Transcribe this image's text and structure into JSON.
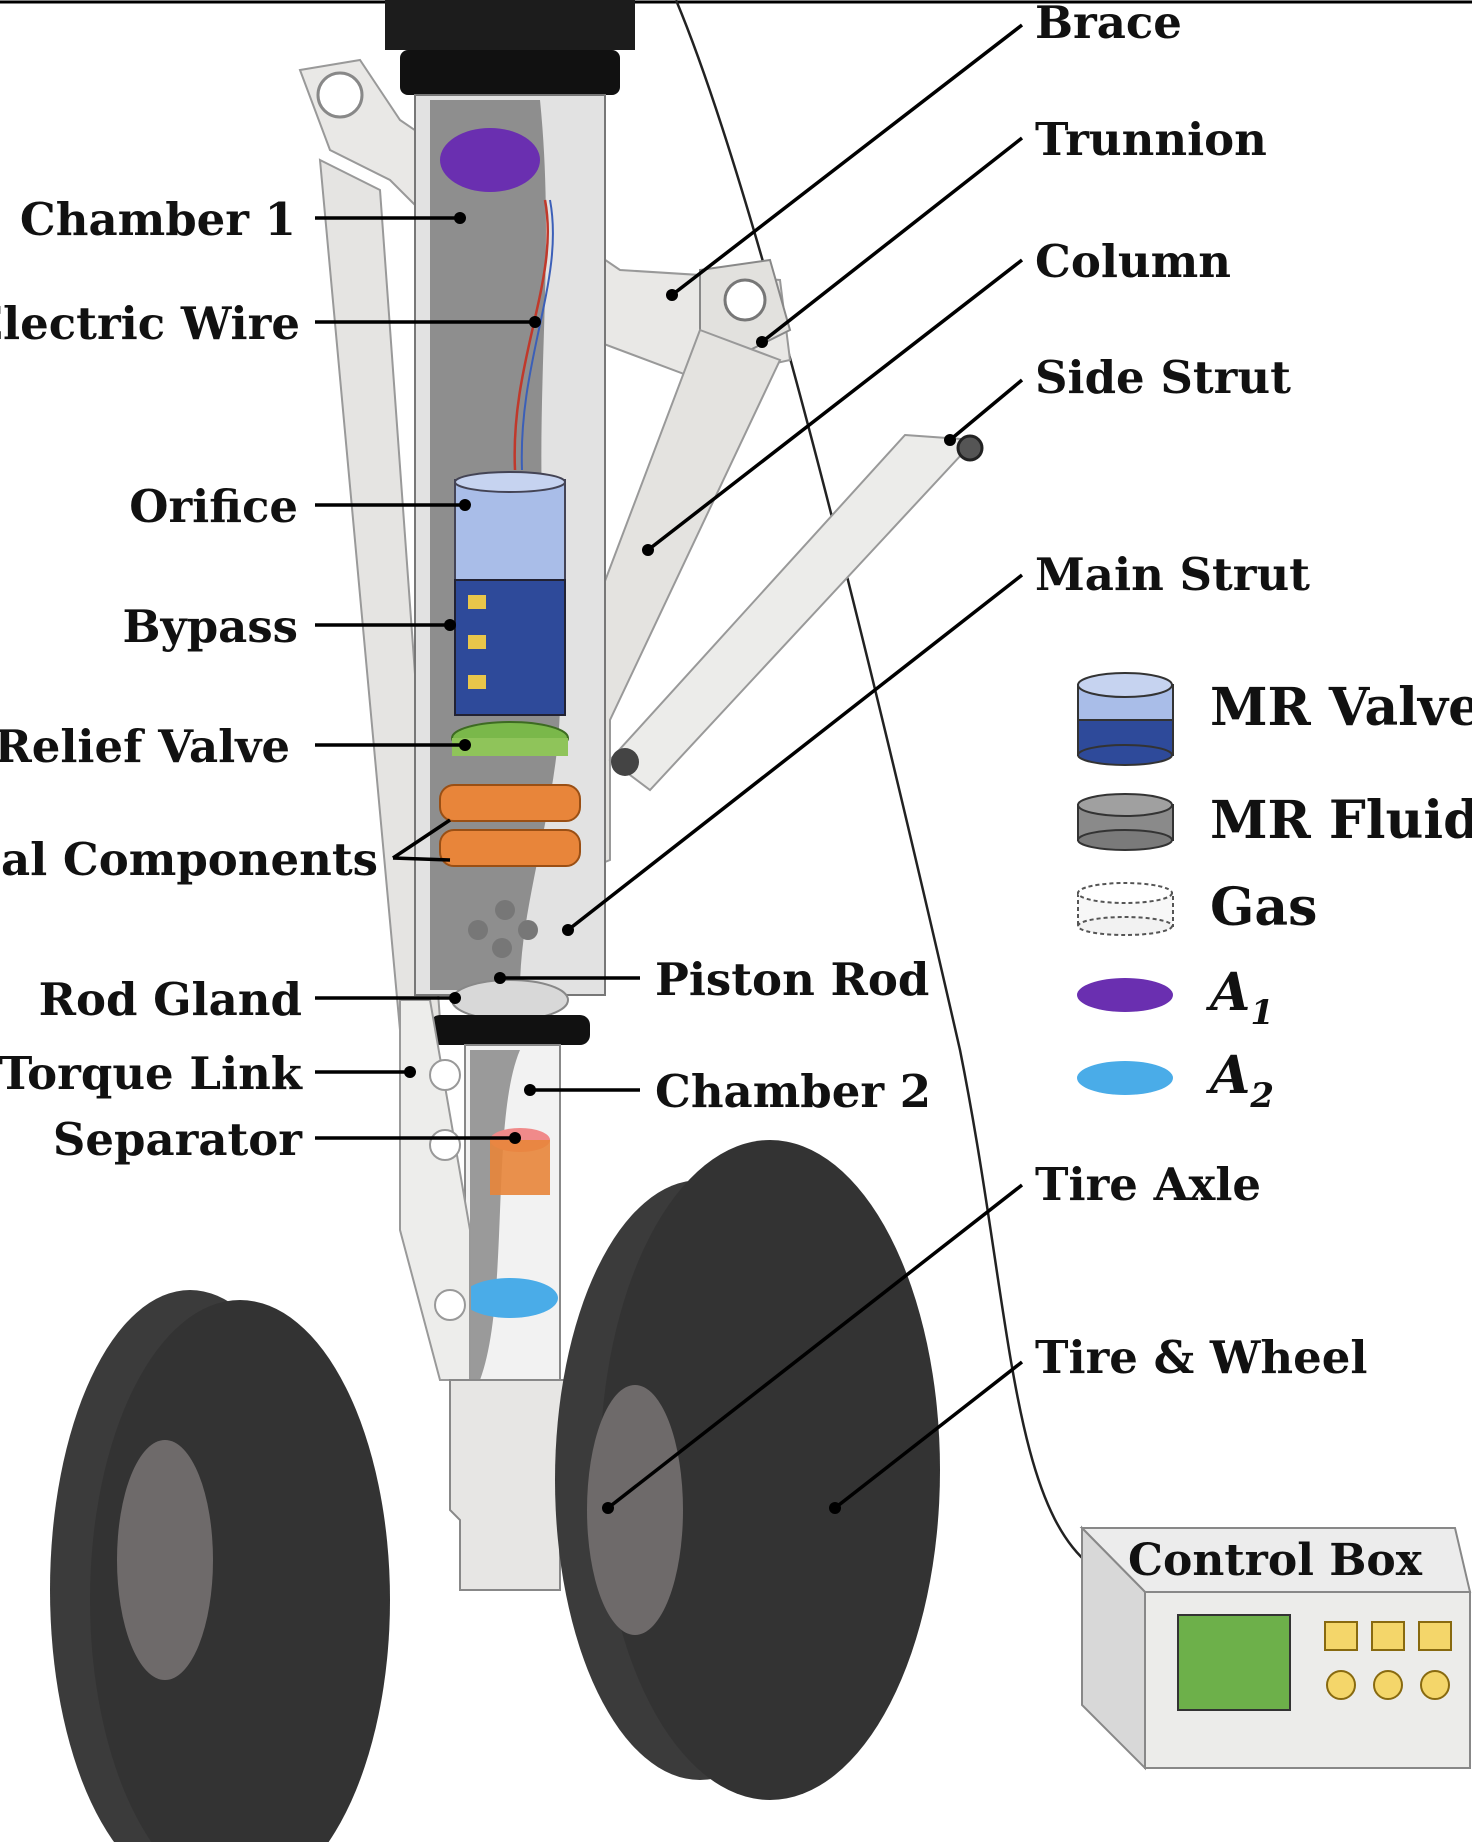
{
  "labels_left": {
    "chamber1": "Chamber 1",
    "electric_wire": "Electric Wire",
    "orifice": "Orifice",
    "bypass": "Bypass",
    "relief_valve": "Relief Valve",
    "seal_components": "Seal Components",
    "rod_gland": "Rod Gland",
    "torque_link": "Torque Link",
    "separator": "Separator"
  },
  "labels_center": {
    "piston_rod": "Piston Rod",
    "chamber2": "Chamber 2"
  },
  "labels_right": {
    "brace": "Brace",
    "trunnion": "Trunnion",
    "column": "Column",
    "side_strut": "Side Strut",
    "main_strut": "Main Strut",
    "tire_axle": "Tire Axle",
    "tire_wheel": "Tire & Wheel"
  },
  "legend": {
    "mr_valve": "MR Valve",
    "mr_fluid": "MR Fluid",
    "gas": "Gas",
    "a1": "A",
    "a1_sub": "1",
    "a2": "A",
    "a2_sub": "2"
  },
  "control_box": {
    "title": "Control Box"
  },
  "colors": {
    "mr_valve_light": "#a9bde8",
    "mr_valve_dark": "#2e4a9a",
    "mr_fluid": "#8a8a8a",
    "gas": "#f7f7f7",
    "a1": "#6a2fb0",
    "a2": "#4aace8",
    "seal": "#e8853a",
    "relief": "#7ab84a",
    "tire": "#3a3a3a",
    "screen": "#6db04a"
  }
}
